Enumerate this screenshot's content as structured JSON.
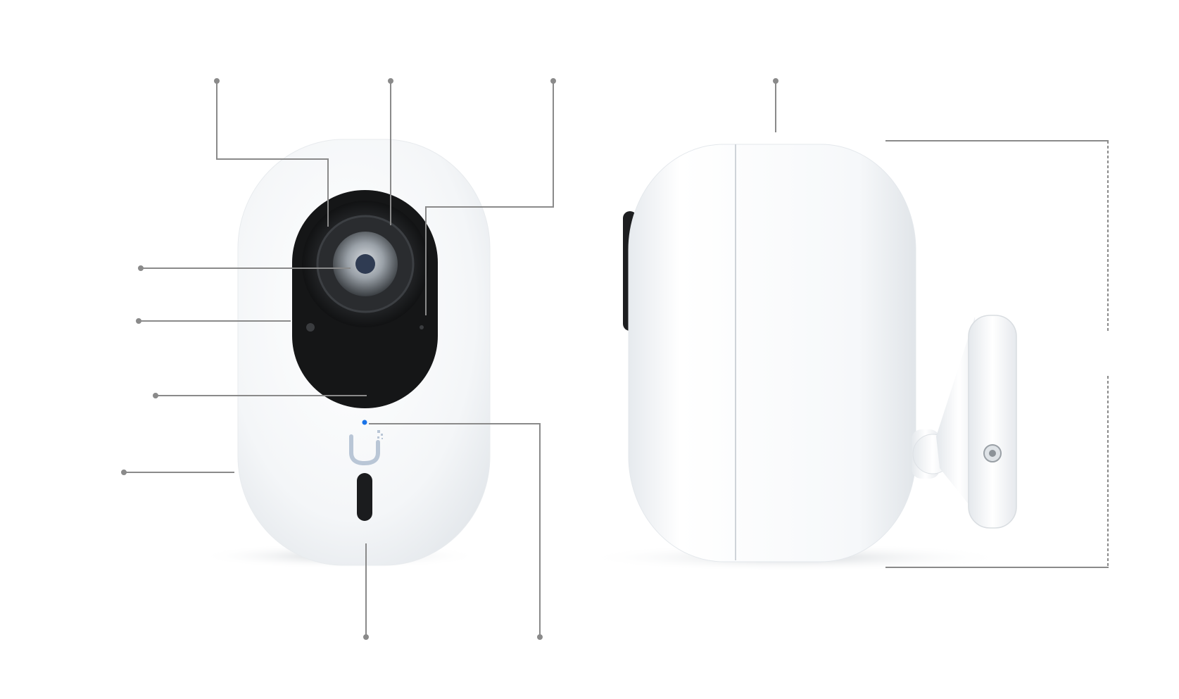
{
  "diagram": {
    "type": "product-callout-diagram",
    "views": [
      {
        "name": "front-view",
        "subject": "camera-front"
      },
      {
        "name": "side-view",
        "subject": "camera-side-with-mount"
      }
    ],
    "front_callouts": [
      {
        "name": "callout-sensor-top-left",
        "label": ""
      },
      {
        "name": "callout-lens-ring",
        "label": ""
      },
      {
        "name": "callout-ir-right",
        "label": ""
      },
      {
        "name": "callout-lens-center",
        "label": ""
      },
      {
        "name": "callout-ambient-sensor",
        "label": ""
      },
      {
        "name": "callout-lens-window-bottom",
        "label": ""
      },
      {
        "name": "callout-housing-left",
        "label": ""
      },
      {
        "name": "callout-status-led",
        "label": ""
      },
      {
        "name": "callout-pir-sensor",
        "label": ""
      }
    ],
    "side_callouts": [
      {
        "name": "callout-top-seam",
        "label": ""
      }
    ],
    "dimensions": [
      {
        "name": "height-dimension",
        "label": ""
      }
    ],
    "colors": {
      "housing": "#f3f5f7",
      "lens_window": "#151617",
      "leader_line": "#8a8a8a",
      "status_led": "#1a74e8",
      "logo": "#b9c6d6"
    }
  }
}
